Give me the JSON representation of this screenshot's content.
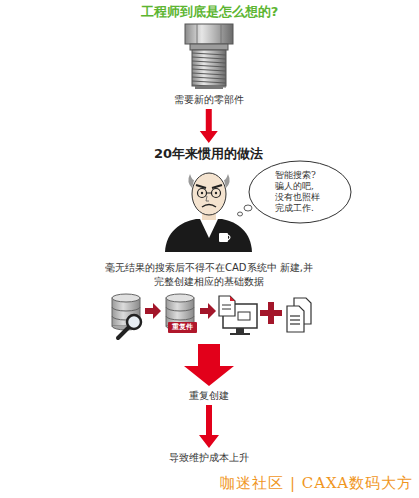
{
  "diagram": {
    "title": "工程师到底是怎么想的?",
    "nodes": [
      {
        "text": [
          "需要新的零部件"
        ]
      },
      {
        "text": [
          "20年来惯用的做法"
        ]
      },
      {
        "text": [
          "智能搜索? 骗人的吧, 没有也照样 完成工作."
        ]
      },
      {
        "text": [
          "毫无结果的搜索后不得不在CAD系统中 新建,并完整创建相应的基础数据"
        ]
      },
      {
        "text": [
          "重复件"
        ]
      },
      {
        "text": [
          "重复创建"
        ]
      },
      {
        "text": [
          "导致维护成本上升"
        ]
      }
    ],
    "edges": [
      {
        "from": 0,
        "to": 1,
        "arrow": "to"
      },
      {
        "from": 3,
        "to": 5,
        "arrow": "to"
      },
      {
        "from": 5,
        "to": 6,
        "arrow": "to"
      }
    ],
    "labels": [
      "咖迷社区 | CAXA数码大方"
    ]
  }
}
